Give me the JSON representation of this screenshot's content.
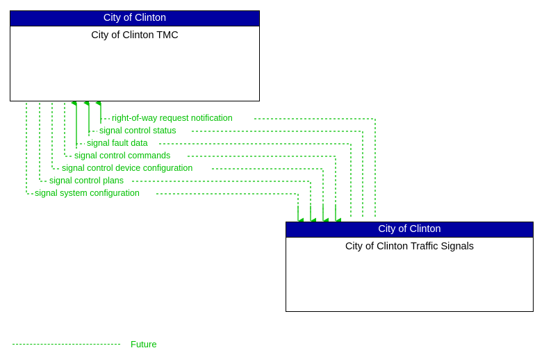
{
  "diagram": {
    "type": "interface-architecture-diagram",
    "line_style": "dashed",
    "flow_color": "#00c000",
    "box_header_color": "#0000a0",
    "box_header_text_color": "#ffffff",
    "box_border_color": "#000000",
    "background_color": "#ffffff"
  },
  "entities": [
    {
      "id": "tmc",
      "stakeholder": "City of Clinton",
      "name": "City of Clinton TMC"
    },
    {
      "id": "signals",
      "stakeholder": "City of Clinton",
      "name": "City of Clinton Traffic Signals"
    }
  ],
  "flows": [
    {
      "label": "right-of-way request notification",
      "direction": "signals-to-tmc",
      "status": "Future"
    },
    {
      "label": "signal control status",
      "direction": "signals-to-tmc",
      "status": "Future"
    },
    {
      "label": "signal fault data",
      "direction": "signals-to-tmc",
      "status": "Future"
    },
    {
      "label": "signal control commands",
      "direction": "tmc-to-signals",
      "status": "Future"
    },
    {
      "label": "signal control device configuration",
      "direction": "tmc-to-signals",
      "status": "Future"
    },
    {
      "label": "signal control plans",
      "direction": "tmc-to-signals",
      "status": "Future"
    },
    {
      "label": "signal system configuration",
      "direction": "tmc-to-signals",
      "status": "Future"
    }
  ],
  "legend": {
    "label": "Future",
    "line_style": "dashed",
    "color": "#00c000"
  }
}
